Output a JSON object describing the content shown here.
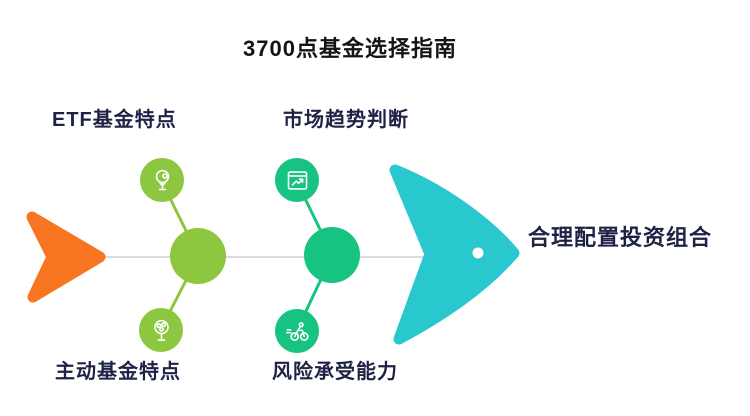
{
  "title": "3700点基金选择指南",
  "diagram": {
    "type": "fishbone",
    "branches": [
      {
        "top_label": "ETF基金特点",
        "bottom_label": "主动基金特点",
        "top_icon": "money-tree-icon",
        "bottom_icon": "tree-coins-icon",
        "color": "#8DC63F"
      },
      {
        "top_label": "市场趋势判断",
        "bottom_label": "风险承受能力",
        "top_icon": "chart-window-icon",
        "bottom_icon": "cyclist-icon",
        "color": "#17C381"
      }
    ],
    "result_label": "合理配置投资组合",
    "colors": {
      "tail_orange": "#F87622",
      "branch_green": "#8DC63F",
      "branch_emerald": "#17C381",
      "head_teal": "#29C7CE",
      "spine_gray": "#DBDBDB",
      "label_navy": "#1E2245",
      "title_black": "#141414",
      "icon_white": "#FFFFFF"
    }
  }
}
